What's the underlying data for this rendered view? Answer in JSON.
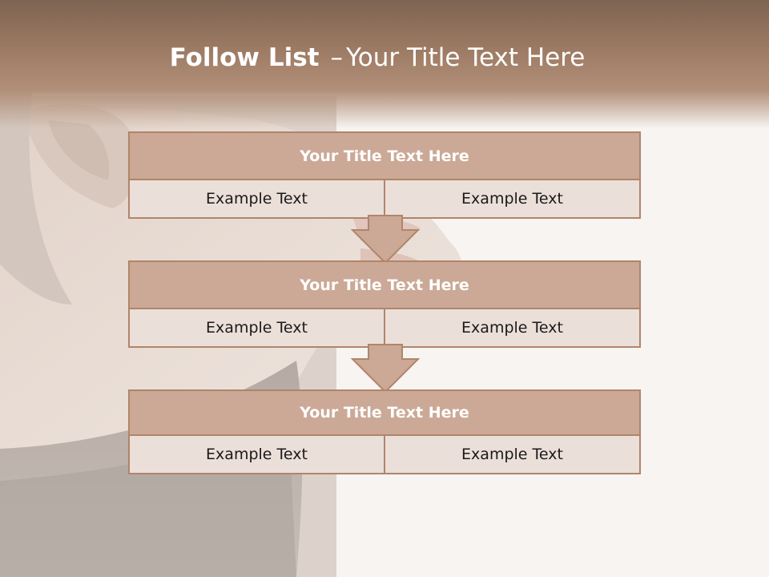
{
  "slide": {
    "title_bold": "Follow List",
    "title_dash": "–",
    "title_rest": "Your Title Text Here"
  },
  "steps": [
    {
      "title": "Your Title Text Here",
      "cells": [
        "Example Text",
        "Example Text"
      ]
    },
    {
      "title": "Your Title Text Here",
      "cells": [
        "Example Text",
        "Example Text"
      ]
    },
    {
      "title": "Your Title Text Here",
      "cells": [
        "Example Text",
        "Example Text"
      ]
    }
  ],
  "colors": {
    "header": "#9c7a63",
    "block_title": "#cba996",
    "block_row": "#ebdfd9",
    "border": "#b0856a",
    "arrow_fill": "#cba996"
  }
}
